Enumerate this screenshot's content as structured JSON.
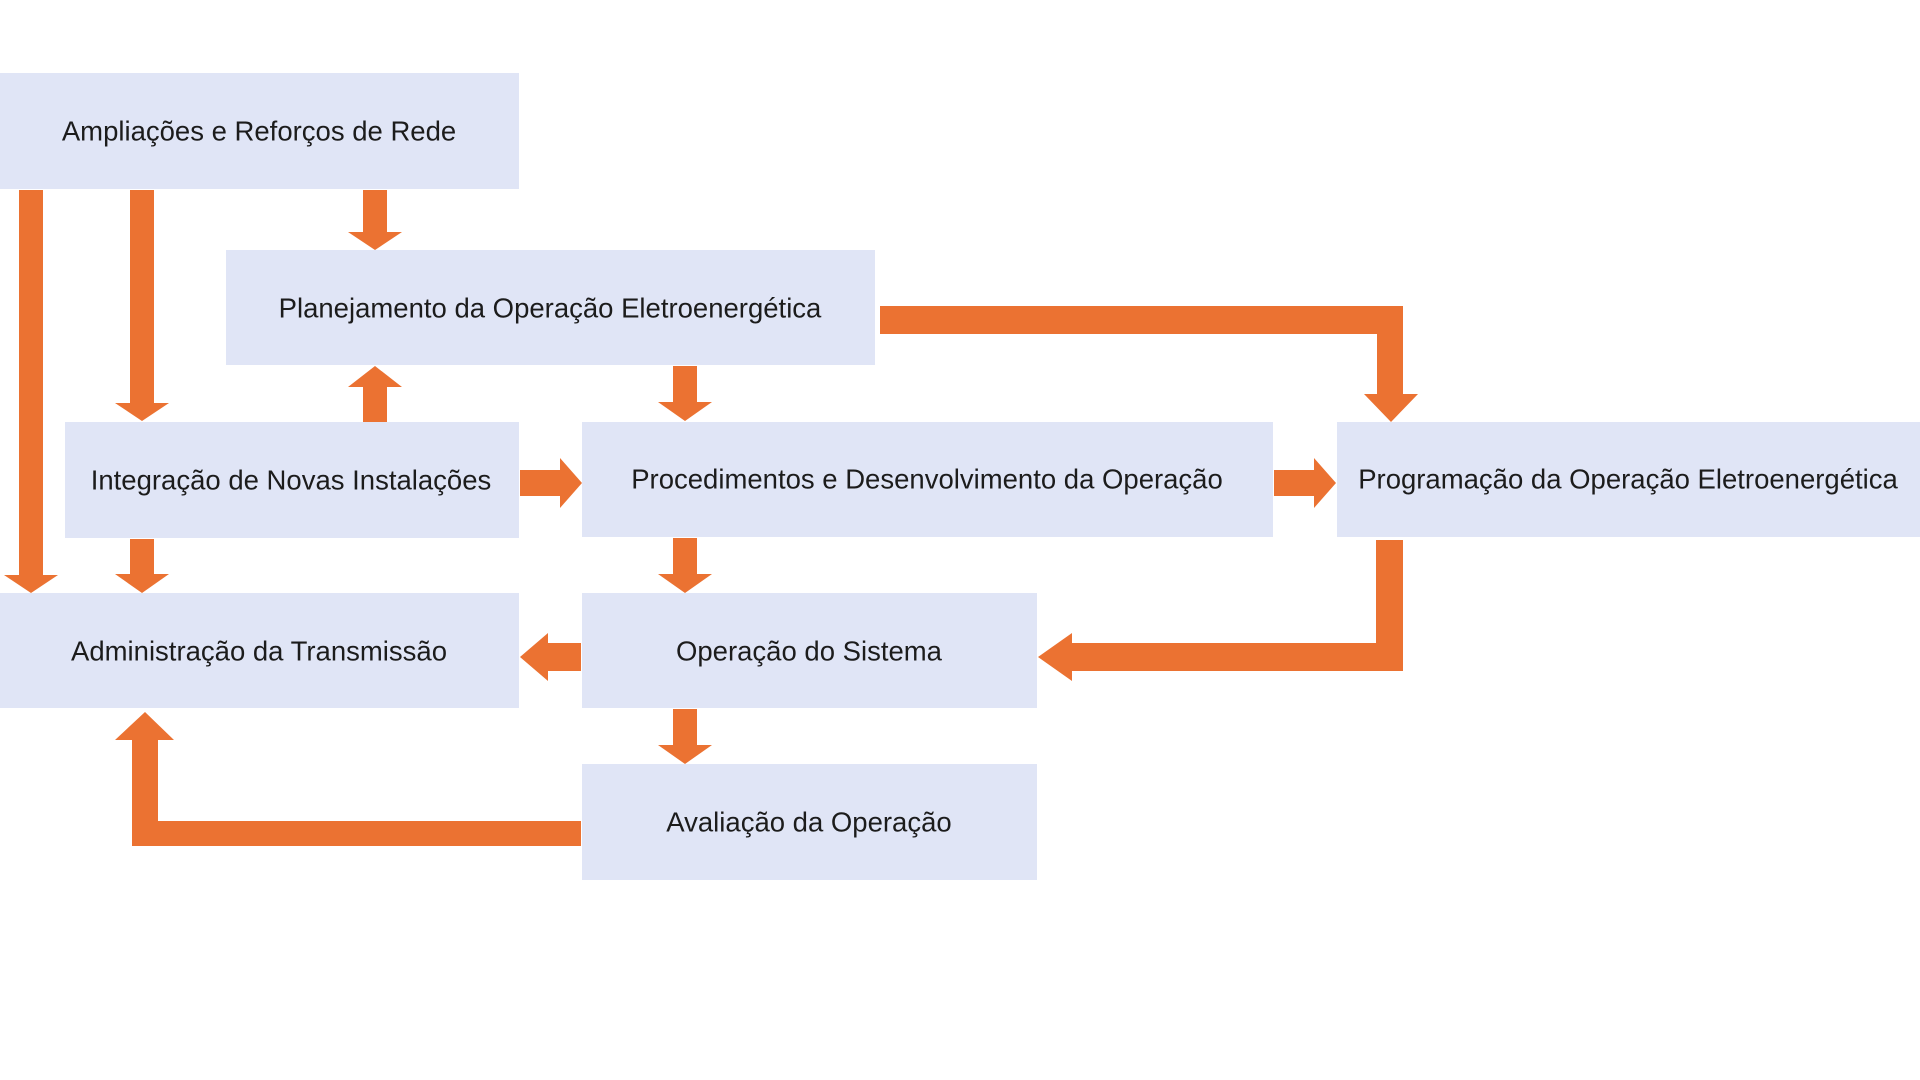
{
  "diagram": {
    "colors": {
      "box_fill": "#e0e5f6",
      "arrow": "#eb7232",
      "text": "#1c1c1c",
      "background": "#ffffff"
    },
    "nodes": {
      "ampliacoes": "Ampliações e Reforços de Rede",
      "planejamento": "Planejamento da Operação Eletroenergética",
      "integracao": "Integração de Novas Instalações",
      "procedimentos": "Procedimentos e Desenvolvimento da Operação",
      "programacao": "Programação da Operação Eletroenergética",
      "administracao": "Administração da Transmissão",
      "operacao": "Operação do Sistema",
      "avaliacao": "Avaliação da Operação"
    },
    "edges": [
      {
        "from": "ampliacoes",
        "to": "administracao"
      },
      {
        "from": "ampliacoes",
        "to": "integracao"
      },
      {
        "from": "ampliacoes",
        "to": "planejamento"
      },
      {
        "from": "planejamento",
        "to": "programacao"
      },
      {
        "from": "integracao",
        "to": "planejamento"
      },
      {
        "from": "planejamento",
        "to": "procedimentos"
      },
      {
        "from": "integracao",
        "to": "procedimentos"
      },
      {
        "from": "procedimentos",
        "to": "programacao"
      },
      {
        "from": "integracao",
        "to": "administracao"
      },
      {
        "from": "procedimentos",
        "to": "operacao"
      },
      {
        "from": "programacao",
        "to": "operacao"
      },
      {
        "from": "operacao",
        "to": "administracao"
      },
      {
        "from": "operacao",
        "to": "avaliacao"
      },
      {
        "from": "avaliacao",
        "to": "administracao"
      }
    ]
  }
}
